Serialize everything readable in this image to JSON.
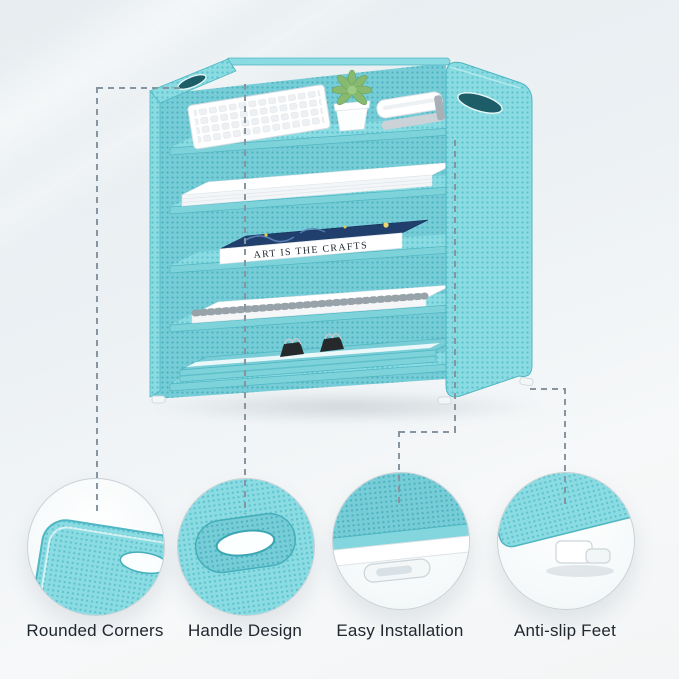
{
  "scene": {
    "background_top_color": "#e7edf0",
    "background_bottom_color": "#f6f8f9",
    "product_accent_color": "#8adbe2"
  },
  "product": {
    "book_title": "ART IS THE CRAFTS"
  },
  "callouts": [
    {
      "id": "rounded-corners",
      "label": "Rounded Corners"
    },
    {
      "id": "handle-design",
      "label": "Handle Design"
    },
    {
      "id": "easy-installation",
      "label": "Easy Installation"
    },
    {
      "id": "anti-slip-feet",
      "label": "Anti-slip Feet"
    }
  ]
}
